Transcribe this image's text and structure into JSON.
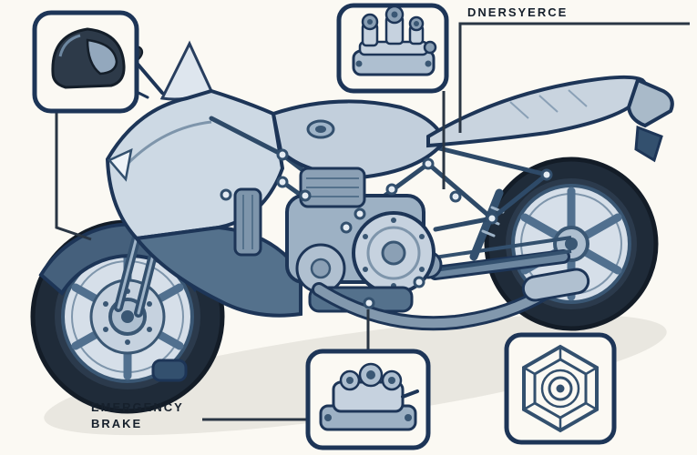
{
  "illustration": {
    "subject": "sport motorcycle side view, technical line-art with callouts",
    "palette": {
      "background": "#fbf9f3",
      "outline": "#1d3557",
      "ink": "#16202c",
      "steel_light": "#cdd9e4",
      "steel_mid": "#9db1c4",
      "steel_dark": "#54718c",
      "tire": "#1f2b39",
      "shadow": "#e9e7e0"
    }
  },
  "labels": {
    "top_right": "DNERSYERCE",
    "emergency_line1": "EMERGENCY",
    "emergency_line2": "BRAKE"
  },
  "callout_icons": {
    "top_left": "helmet-icon",
    "top_center": "valve-assembly-icon",
    "bottom_center": "brake-master-cylinder-icon",
    "bottom_right": "hex-bolt-icon"
  }
}
